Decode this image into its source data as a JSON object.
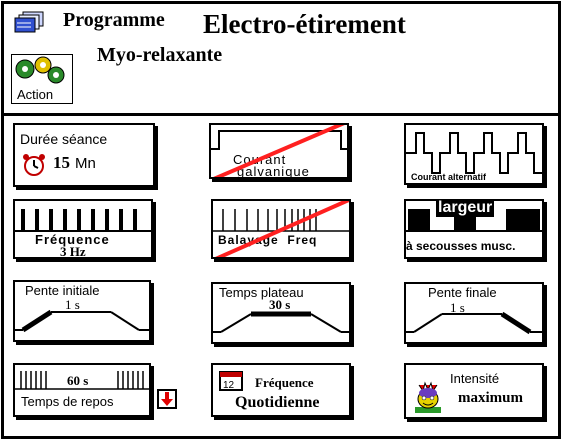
{
  "header": {
    "programme_label": "Programme",
    "mode_title": "Electro-étirement",
    "subtitle": "Myo-relaxante",
    "action_label": "Action"
  },
  "tiles": {
    "duree": {
      "title": "Durée séance",
      "value": "15",
      "unit": "Mn"
    },
    "courant_galvanique": {
      "line1": "Courant",
      "line2": "galvanique",
      "disabled": true
    },
    "courant_alternatif": {
      "label": "Courant alternatif"
    },
    "frequence": {
      "title": "Fréquence",
      "value": "3 Hz"
    },
    "balayage": {
      "label": "Balayage  Freq",
      "disabled": true
    },
    "largeur": {
      "title": "largeur",
      "label": "à secousses musc."
    },
    "pente_initiale": {
      "title": "Pente initiale",
      "value": "1 s"
    },
    "temps_plateau": {
      "title": "Temps plateau",
      "value": "30 s"
    },
    "pente_finale": {
      "title": "Pente finale",
      "value": "1 s"
    },
    "temps_repos": {
      "value": "60 s",
      "label": "Temps de repos"
    },
    "frequence_seance": {
      "title": "Fréquence",
      "value": "Quotidienne"
    },
    "intensite": {
      "title": "Intensité",
      "value": "maximum"
    }
  },
  "colors": {
    "strike": "#ff2020",
    "accent": "#e00000"
  }
}
